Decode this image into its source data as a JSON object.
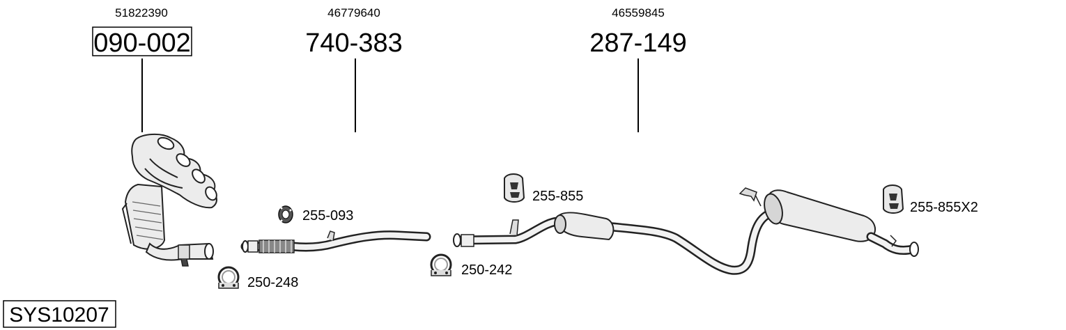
{
  "diagram": {
    "system_code": "SYS10207",
    "parts": [
      {
        "oem": "51822390",
        "number": "090-002"
      },
      {
        "oem": "46779640",
        "number": "740-383"
      },
      {
        "oem": "46559845",
        "number": "287-149"
      }
    ],
    "accessories": [
      {
        "number": "255-093"
      },
      {
        "number": "250-248"
      },
      {
        "number": "250-242"
      },
      {
        "number": "255-855"
      },
      {
        "number": "255-855X2"
      }
    ]
  }
}
